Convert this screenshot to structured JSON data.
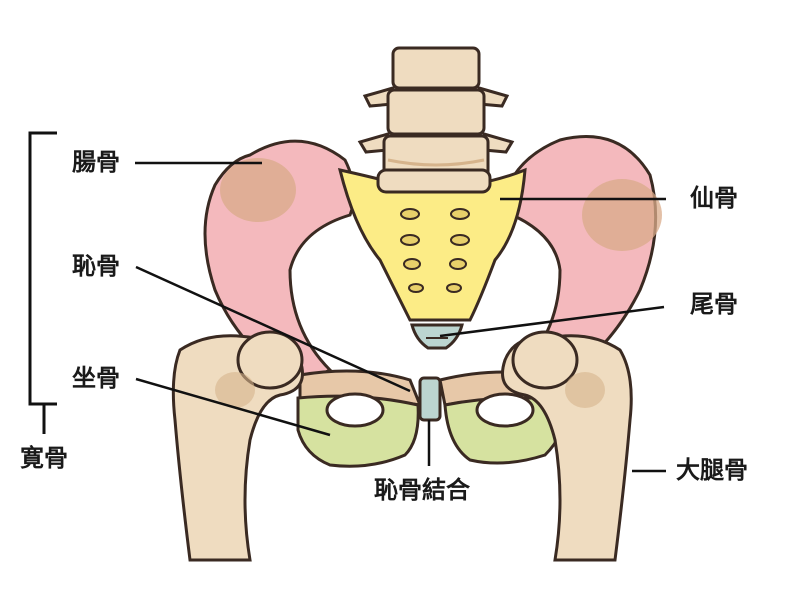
{
  "labels": {
    "ilium": "腸骨",
    "sacrum": "仙骨",
    "pubis": "恥骨",
    "coccyx": "尾骨",
    "ischium": "坐骨",
    "hip_bone": "寛骨",
    "pubic_symphysis": "恥骨結合",
    "femur": "大腿骨"
  },
  "colors": {
    "outline": "#3a2a22",
    "bone": "#efdcc0",
    "bone_shade": "#d6b48c",
    "ilium_pink": "#f4b9bd",
    "ilium_spot": "#d9ab8a",
    "sacrum_yellow": "#fcec86",
    "ischium_green": "#d6e2a0",
    "pubis_tan": "#e7c8a8",
    "cartilage": "#bcd5d0",
    "leader_line": "#111111"
  }
}
